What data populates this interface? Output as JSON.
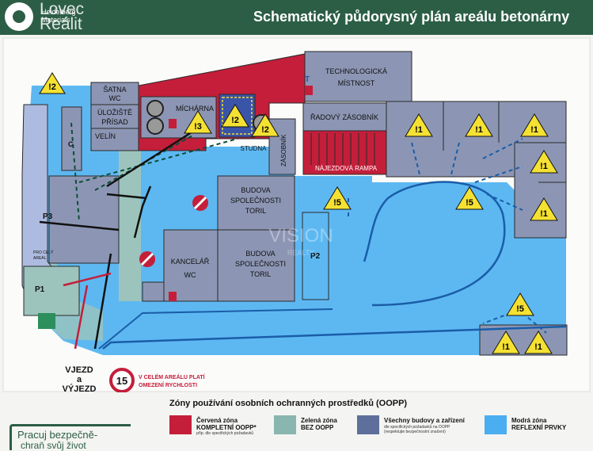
{
  "header": {
    "title": "Schematický půdorysný plán areálu betonárny",
    "logo_top": "Lovec",
    "logo_bottom": "Reálit",
    "logo_sub1": "Heidelberg",
    "logo_sub2": "Materials"
  },
  "watermark": {
    "line1": "VISION",
    "line2": "REALTY"
  },
  "rooms": {
    "satna": [
      "ŠATNA",
      "WC"
    ],
    "uloziste": [
      "ÚLOŽIŠTĚ",
      "PŘÍSAD"
    ],
    "velin": "VELÍN",
    "michama": "MÍCHÁRNA",
    "tech": [
      "TECHNOLOGICKÁ",
      "MÍSTNOST"
    ],
    "radovy": "ŘADOVÝ ZÁSOBNÍK",
    "studna": "STUDNA",
    "zasobnik": "ZÁSOBNÍK",
    "rampa": "NÁJEZDOVÁ RAMPA",
    "budova1": [
      "BUDOVA",
      "SPOLEČNOSTI",
      "TORIL"
    ],
    "budova2": [
      "BUDOVA",
      "SPOLEČNOSTI",
      "TORIL"
    ],
    "kancelar": [
      "KANCELÁŘ",
      "WC"
    ],
    "c": "C",
    "p1": "P1",
    "p2": "P2",
    "p3": "P3",
    "pro_cely": [
      "PRO CELÝ",
      "AREÁL"
    ]
  },
  "warnings": {
    "w_a": "!2",
    "w_b": "!3",
    "w_c": "!2",
    "w_d": "!2",
    "w_e": "!1",
    "w_f": "!1",
    "w_g": "!1",
    "w_h": "!1",
    "w_i": "!1",
    "w_j": "!5",
    "w_k": "!5",
    "w_l": "!5",
    "w_m": "!1",
    "w_n": "!1"
  },
  "exit": [
    "VJEZD",
    "a",
    "VÝJEZD"
  ],
  "speed": {
    "number": "15",
    "line1": "V CELÉM AREÁLU PLATÍ",
    "line2": "OMEZENÍ RYCHLOSTI"
  },
  "legend": {
    "title": "Zóny používání osobních ochranných prostředků (OOPP)",
    "red": {
      "line1": "Červená zóna",
      "line2": "KOMPLETNÍ OOPP*",
      "line3": "příp. dle specifických požadavků",
      "color": "#c41e3a"
    },
    "green": {
      "line1": "Zelená zóna",
      "line2": "BEZ OOPP",
      "color": "#8ab6b0"
    },
    "purple": {
      "line1": "Všechny budovy a zařízení",
      "line2": "dle specifických požadavků na OOPP",
      "line3": "(respektujte bezpečnostní značení)",
      "color": "#5d6f9a"
    },
    "blue": {
      "line1": "Modrá zóna",
      "line2": "REFLEXNÍ PRVKY",
      "color": "#4aaef0"
    }
  },
  "slogan": {
    "line1": "Pracuj bezpečně-",
    "line2": "chraň svůj život"
  },
  "colors": {
    "blue_zone": "#5db8f2",
    "building": "#8c96b4",
    "building_border": "#2a2a2a",
    "red_zone": "#c41e3a",
    "green_zone": "#9cc4bc",
    "warning_yellow": "#f5e132"
  }
}
